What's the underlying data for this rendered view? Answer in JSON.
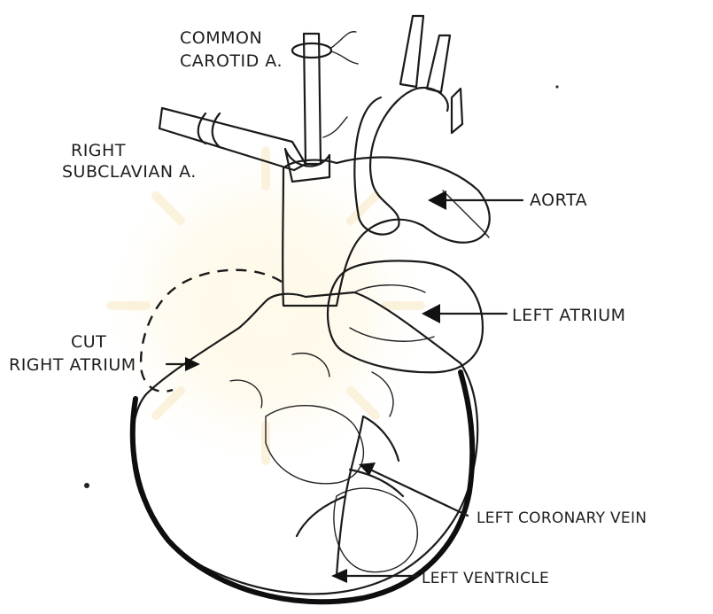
{
  "labels": {
    "common_carotid_line1": "COMMON",
    "common_carotid_line2": "CAROTID A.",
    "right_subclavian_line1": "RIGHT",
    "right_subclavian_line2": "SUBCLAVIAN A.",
    "aorta": "AORTA",
    "left_atrium": "LEFT ATRIUM",
    "cut_right_atrium_line1": "CUT",
    "cut_right_atrium_line2": "RIGHT ATRIUM",
    "left_coronary_vein": "LEFT CORONARY VEIN",
    "left_ventricle": "LEFT VENTRICLE"
  }
}
